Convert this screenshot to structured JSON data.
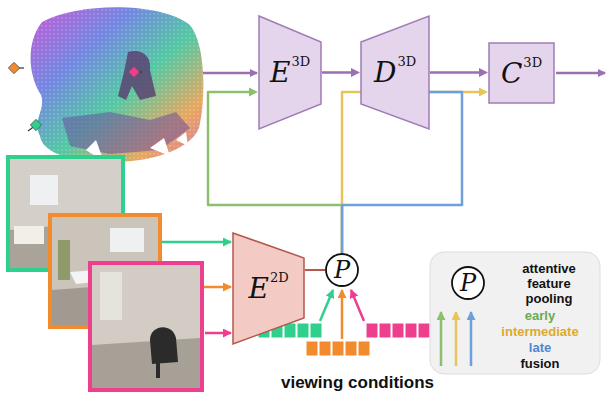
{
  "diagram": {
    "nodes": [
      {
        "text": [
          "E",
          "3D"
        ]
      },
      {
        "text": [
          "D",
          "3D"
        ]
      },
      {
        "text": [
          "C",
          "3D"
        ]
      },
      {
        "text": [
          "E",
          "2D"
        ]
      },
      {
        "text": [
          "P"
        ]
      }
    ],
    "edges": [
      {
        "from": 0,
        "to": 1,
        "arrow": "to"
      },
      {
        "from": 1,
        "to": 2,
        "arrow": "to"
      },
      {
        "from": 3,
        "to": 4,
        "arrow": "none"
      },
      {
        "from": 4,
        "to": 0,
        "arrow": "to"
      },
      {
        "from": 4,
        "to": 1,
        "arrow": "to"
      },
      {
        "from": 4,
        "to": 2,
        "arrow": "to"
      }
    ],
    "labels": [
      "P",
      "fusion",
      "viewing conditions"
    ],
    "legend": [
      {
        "text": "attentive feature pooling"
      },
      {
        "text": "early"
      },
      {
        "text": "intermediate"
      },
      {
        "text": "late"
      }
    ]
  }
}
